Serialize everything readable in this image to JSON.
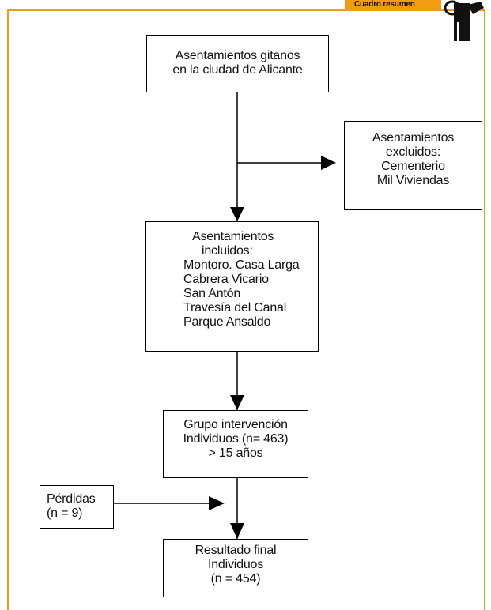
{
  "header": {
    "badge_label": "Cuadro resumen",
    "mascot_icon": "reading-person-icon",
    "accent_color": "#f39c12"
  },
  "flow": {
    "box_main": {
      "lines": [
        "Asentamientos gitanos",
        "en la ciudad de Alicante"
      ]
    },
    "box_excluded": {
      "lines": [
        "Asentamientos",
        "excluidos:",
        "Cementerio",
        "Mil Viviendas"
      ]
    },
    "box_included": {
      "heading_lines": [
        "Asentamientos",
        "incluidos:"
      ],
      "items": [
        "Montoro. Casa Larga",
        "Cabrera Vicario",
        "San Antón",
        "Travesía del Canal",
        "Parque Ansaldo"
      ]
    },
    "box_group": {
      "lines": [
        "Grupo intervención",
        "Individuos (n= 463)",
        "> 15 años"
      ]
    },
    "box_losses": {
      "lines": [
        "Pérdidas",
        "(n = 9)"
      ]
    },
    "box_result": {
      "lines": [
        "Resultado final",
        "Individuos",
        "(n = 454)"
      ]
    }
  }
}
